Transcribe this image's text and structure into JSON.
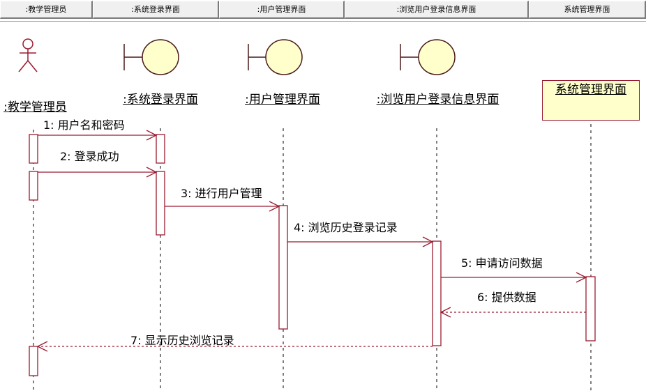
{
  "header": {
    "columns": [
      ":教学管理员",
      ":系统登录界面",
      ":用户管理界面",
      ":浏览用户登录信息界面",
      "系统管理界面"
    ]
  },
  "participants": [
    {
      "id": "actor",
      "kind": "actor",
      "label": ":教学管理员"
    },
    {
      "id": "login",
      "kind": "boundary",
      "label": ":系统登录界面"
    },
    {
      "id": "user_mgmt",
      "kind": "boundary",
      "label": ":用户管理界面"
    },
    {
      "id": "browse",
      "kind": "boundary",
      "label": ":浏览用户登录信息界面"
    },
    {
      "id": "sys_mgmt",
      "kind": "entity-box",
      "label": "系统管理界面"
    }
  ],
  "messages": [
    {
      "label": "1: 用户名和密码",
      "from": "actor",
      "to": "login",
      "style": "solid"
    },
    {
      "label": "2: 登录成功",
      "from": "actor",
      "to": "login",
      "style": "solid"
    },
    {
      "label": "3: 进行用户管理",
      "from": "login",
      "to": "user_mgmt",
      "style": "solid"
    },
    {
      "label": "4: 浏览历史登录记录",
      "from": "user_mgmt",
      "to": "browse",
      "style": "solid"
    },
    {
      "label": "5: 申请访问数据",
      "from": "browse",
      "to": "sys_mgmt",
      "style": "solid"
    },
    {
      "label": "6: 提供数据",
      "from": "sys_mgmt",
      "to": "browse",
      "style": "dashed"
    },
    {
      "label": "7: 显示历史浏览记录",
      "from": "browse",
      "to": "actor",
      "style": "dashed"
    }
  ],
  "colors": {
    "line": "#9b1b30",
    "boundary_fill": "#ffffcc"
  }
}
